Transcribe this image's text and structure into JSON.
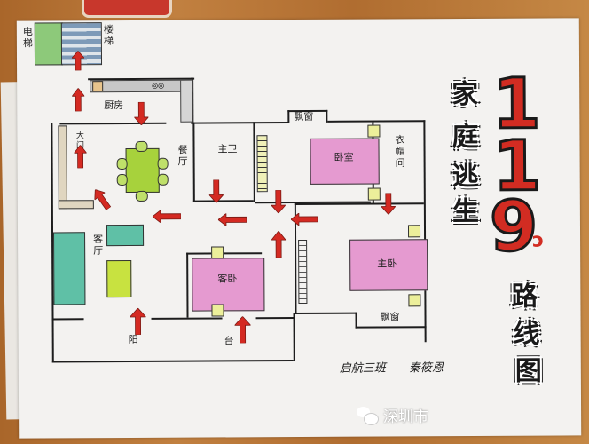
{
  "title": {
    "chars": [
      "家",
      "庭",
      "逃",
      "生"
    ],
    "route_chars": [
      "路",
      "线",
      "图"
    ],
    "number_digits": [
      "1",
      "1",
      "9"
    ],
    "phone_icon": "phone-icon"
  },
  "rooms": {
    "elevator": "电梯",
    "stairs": "楼梯",
    "kitchen": "厨房",
    "dining": "餐厅",
    "entrance": "大门",
    "master_bath": "主卫",
    "bay_window_top": "飘窗",
    "bedroom": "卧室",
    "closet": "衣帽间",
    "living": "客厅",
    "guest_bedroom": "客卧",
    "main_bedroom": "主卧",
    "bay_window_bottom": "飘窗",
    "balcony_1": "阳",
    "balcony_2": "台"
  },
  "signature": {
    "class": "启航三班",
    "name": "秦筱恩"
  },
  "watermark": {
    "icon": "wechat-icon",
    "text": "深圳市"
  },
  "colors": {
    "arrow": "#d42a22",
    "bed": "#e59ad0",
    "table": "#a7d23c",
    "sofa": "#5fc0a6",
    "elevator": "#8dc97a",
    "stairs": "#7d9ab8",
    "number": "#d22c22"
  }
}
